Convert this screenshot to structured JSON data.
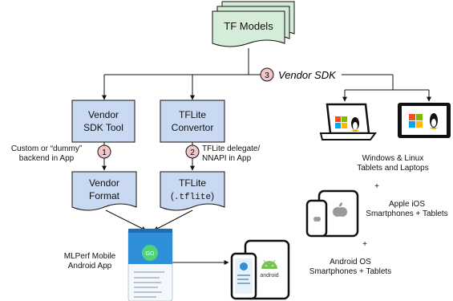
{
  "colors": {
    "model_green": "#d5ecd9",
    "box_blue": "#c9d9f1",
    "badge_pink": "#f2c6c6",
    "android_green": "#78c257",
    "app_blue": "#2f8fd8"
  },
  "tf_models": {
    "label": "TF Models"
  },
  "vendor_sdk": {
    "number": "3",
    "label": "Vendor SDK"
  },
  "left_column": {
    "tool_line1": "Vendor",
    "tool_line2": "SDK Tool",
    "badge": "1",
    "note_line1": "Custom or “dummy”",
    "note_line2": "backend in App",
    "format_line1": "Vendor",
    "format_line2": "Format"
  },
  "middle_column": {
    "tool_line1": "TFLite",
    "tool_line2": "Convertor",
    "badge": "2",
    "note_line1": "TFLite delegate/",
    "note_line2": "NNAPI in App",
    "format_line1": "TFLite",
    "format_prefix": "(",
    "format_ext": ".tflite",
    "format_suffix": ")"
  },
  "app": {
    "label_line1": "MLPerf Mobile",
    "label_line2": "Android App",
    "go_label": "GO",
    "icons": [
      "android-icon"
    ]
  },
  "platforms": {
    "windows_linux_line1": "Windows & Linux",
    "windows_linux_line2": "Tablets and Laptops",
    "plus1": "+",
    "ios_line1": "Apple iOS",
    "ios_line2": "Smartphones + Tablets",
    "plus2": "+",
    "android_line1": "Android OS",
    "android_line2": "Smartphones + Tablets",
    "android_word": "android",
    "icons": [
      "laptop-icon",
      "tablet-icon",
      "windows-logo-icon",
      "linux-penguin-icon",
      "apple-logo-icon",
      "android-icon"
    ]
  }
}
